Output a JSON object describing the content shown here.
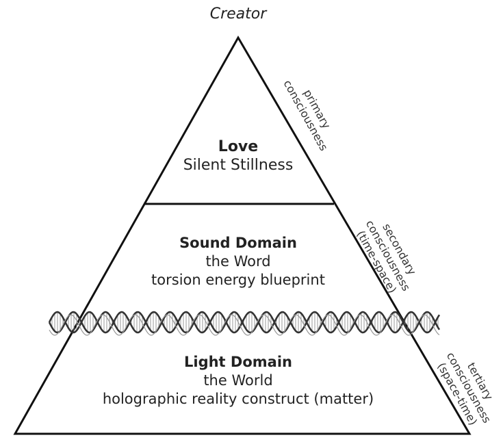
{
  "apex": "Creator",
  "tiers": {
    "love": {
      "title": "Love",
      "line1": "Silent Stillness"
    },
    "sound": {
      "title": "Sound Domain",
      "line1": "the Word",
      "line2": "torsion energy blueprint"
    },
    "light": {
      "title": "Light Domain",
      "line1": "the World",
      "line2": "holographic reality construct (matter)"
    }
  },
  "side_labels": {
    "primary": {
      "line1": "primary",
      "line2": "consciousness"
    },
    "secondary": {
      "line1": "secondary",
      "line2": "consciousness",
      "line3": "(time-space)"
    },
    "tertiary": {
      "line1": "tertiary",
      "line2": "consciousness",
      "line3": "(space-time)"
    }
  },
  "colors": {
    "outline": "#111111",
    "helix_dark": "#333333",
    "helix_light": "#999999"
  }
}
